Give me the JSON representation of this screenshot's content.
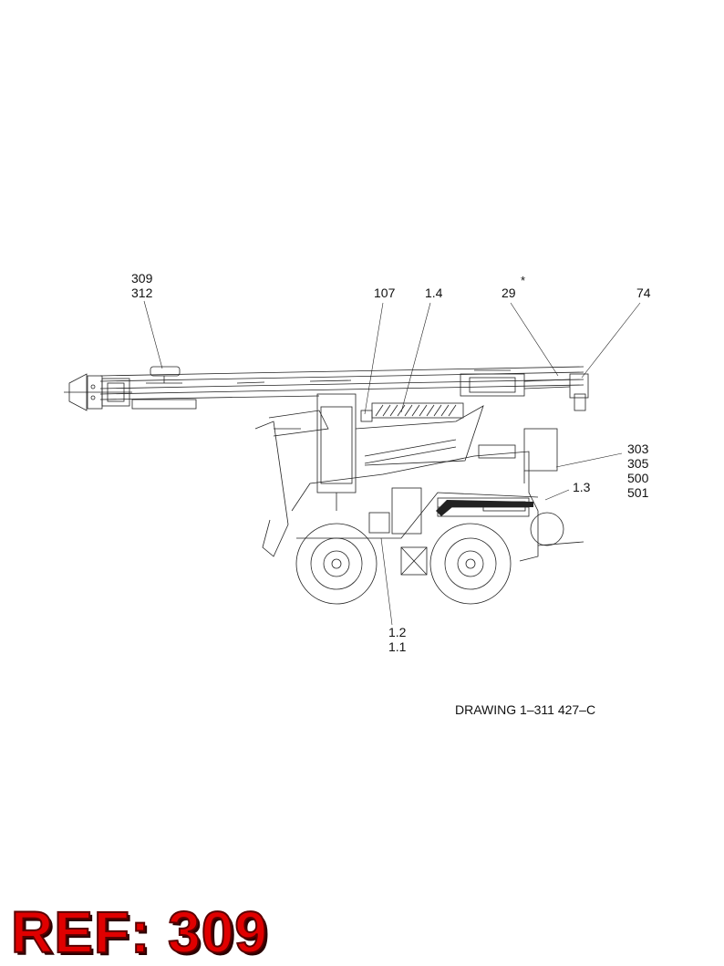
{
  "callouts": {
    "c309": "309",
    "c312": "312",
    "c107": "107",
    "c14": "1.4",
    "c29": "29",
    "star": "*",
    "c74": "74",
    "c303": "303",
    "c305": "305",
    "c500": "500",
    "c501": "501",
    "c13": "1.3",
    "c12": "1.2",
    "c11": "1.1"
  },
  "caption": "DRAWING 1–311 427–C",
  "ref_label": "REF: 309",
  "colors": {
    "line": "#222222",
    "ref_fill": "#e00000",
    "ref_outline": "#5a0000"
  }
}
